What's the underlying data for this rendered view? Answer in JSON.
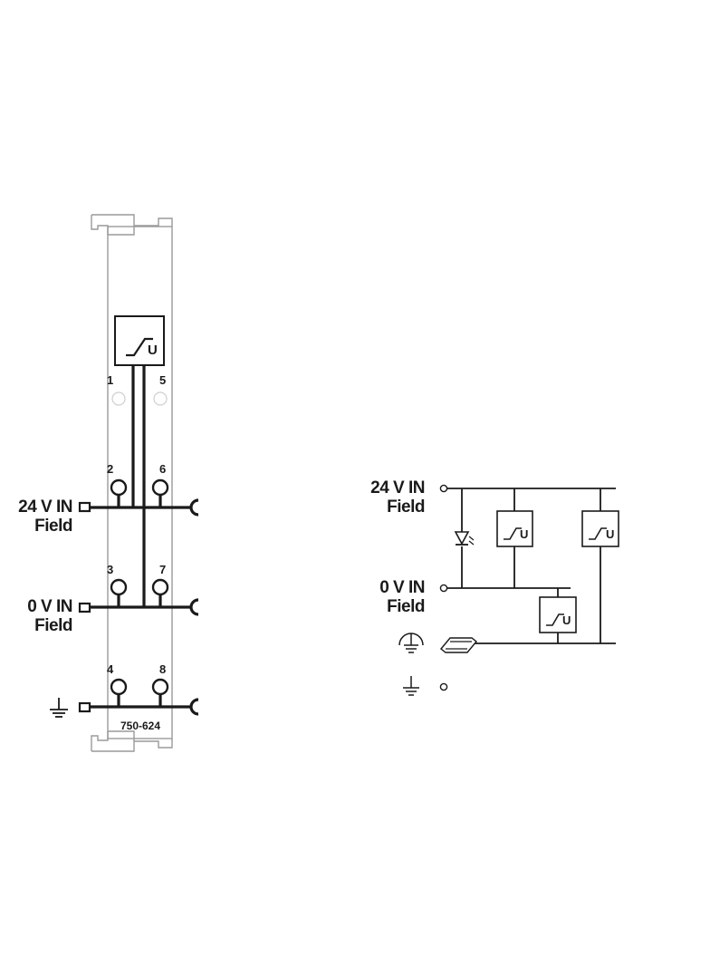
{
  "module_diagram": {
    "model_number": "750-624",
    "terminals": {
      "t1": "1",
      "t5": "5",
      "t2": "2",
      "t6": "6",
      "t3": "3",
      "t7": "7",
      "t4": "4",
      "t8": "8"
    },
    "supply_24v": {
      "line1": "24 V IN",
      "line2": "Field"
    },
    "supply_0v": {
      "line1": "0 V IN",
      "line2": "Field"
    },
    "protector_symbol": "U"
  },
  "schematic": {
    "supply_24v": {
      "line1": "24 V IN",
      "line2": "Field"
    },
    "supply_0v": {
      "line1": "0 V IN",
      "line2": "Field"
    },
    "protector_symbol": "U",
    "icons": [
      "led-diode-icon",
      "protective-earth-icon",
      "din-rail-icon",
      "ground-icon",
      "surge-protector-icon"
    ]
  }
}
